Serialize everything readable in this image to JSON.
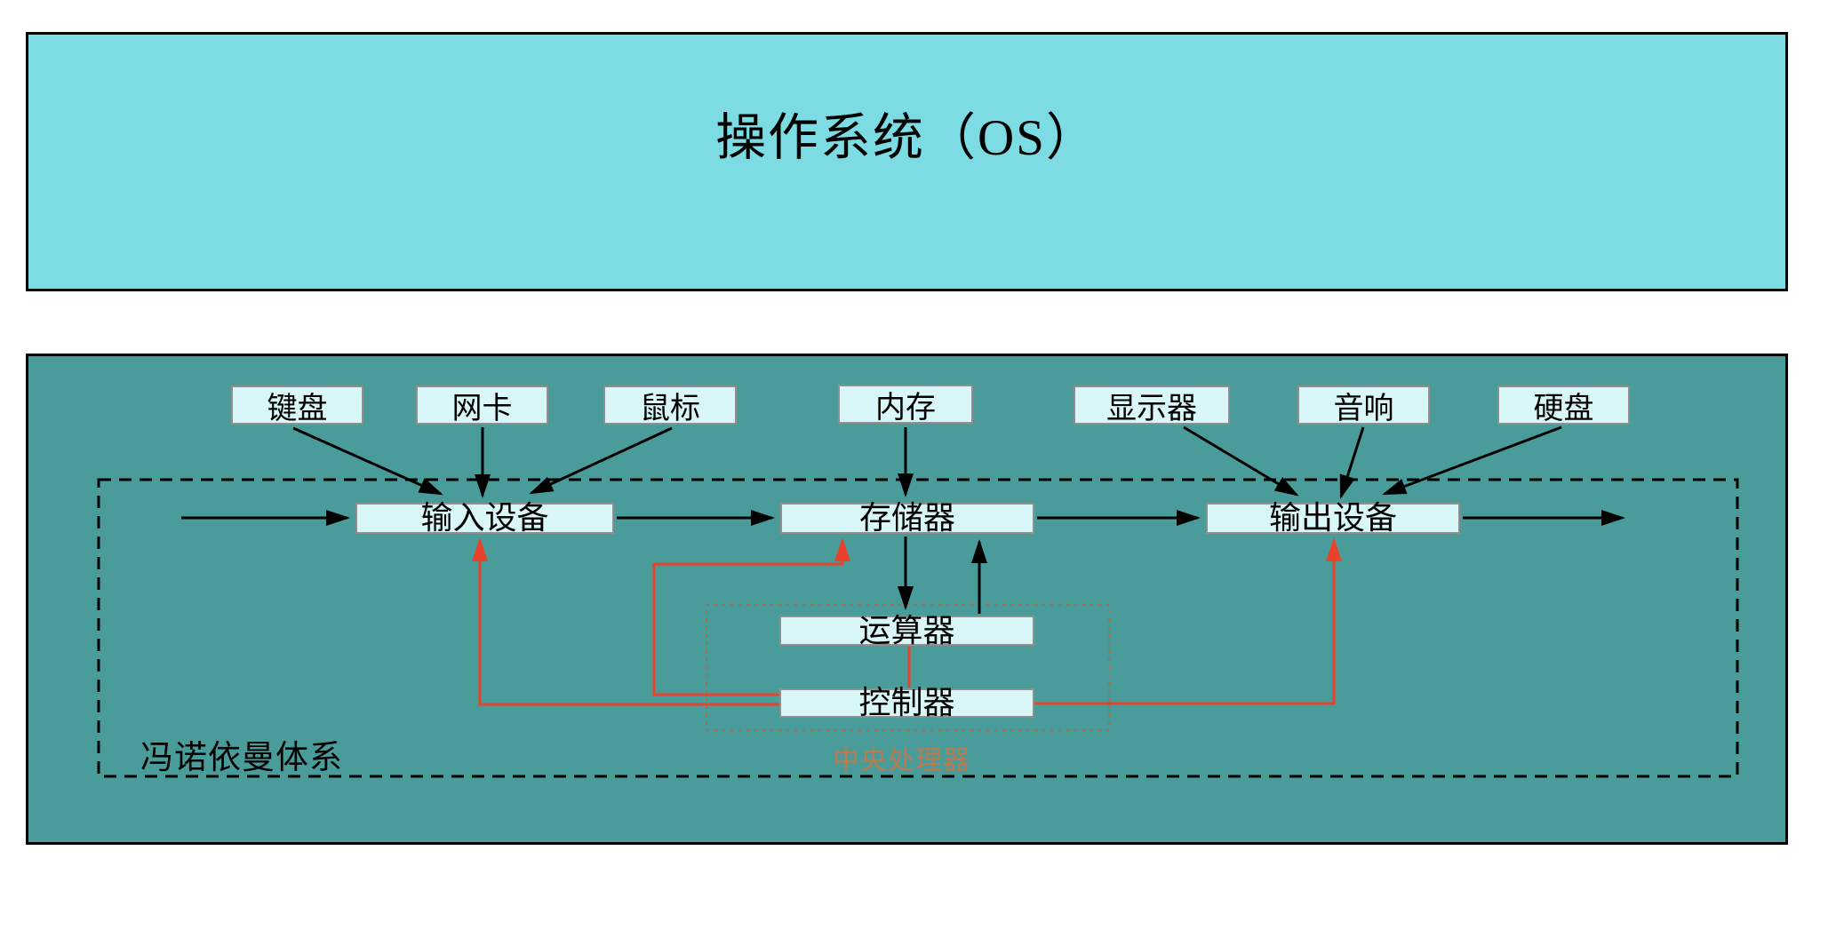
{
  "banner": {
    "title": "操作系统（OS）"
  },
  "diagram": {
    "peripherals": [
      {
        "id": "keyboard",
        "label": "键盘"
      },
      {
        "id": "network-card",
        "label": "网卡"
      },
      {
        "id": "mouse",
        "label": "鼠标"
      },
      {
        "id": "memory",
        "label": "内存"
      },
      {
        "id": "display",
        "label": "显示器"
      },
      {
        "id": "speaker",
        "label": "音响"
      },
      {
        "id": "hard-disk",
        "label": "硬盘"
      }
    ],
    "units": [
      {
        "id": "input-device",
        "label": "输入设备"
      },
      {
        "id": "storage",
        "label": "存储器"
      },
      {
        "id": "output-device",
        "label": "输出设备"
      },
      {
        "id": "alu",
        "label": "运算器"
      },
      {
        "id": "controller",
        "label": "控制器"
      }
    ],
    "von_neumann_label": "冯诺依曼体系",
    "cpu_label": "中央处理器"
  },
  "colors": {
    "page_bg": "#ffffff",
    "banner_fill": "#7cdbe3",
    "panel_fill": "#499c99",
    "box_fill": "#d9f7f9",
    "box_border": "#8f8f8f",
    "ink": "#000000",
    "control_line_red": "#e8432a",
    "cpu_label_accent": "#ba7a50",
    "cpu_box_dotted": "#b06a4a"
  }
}
